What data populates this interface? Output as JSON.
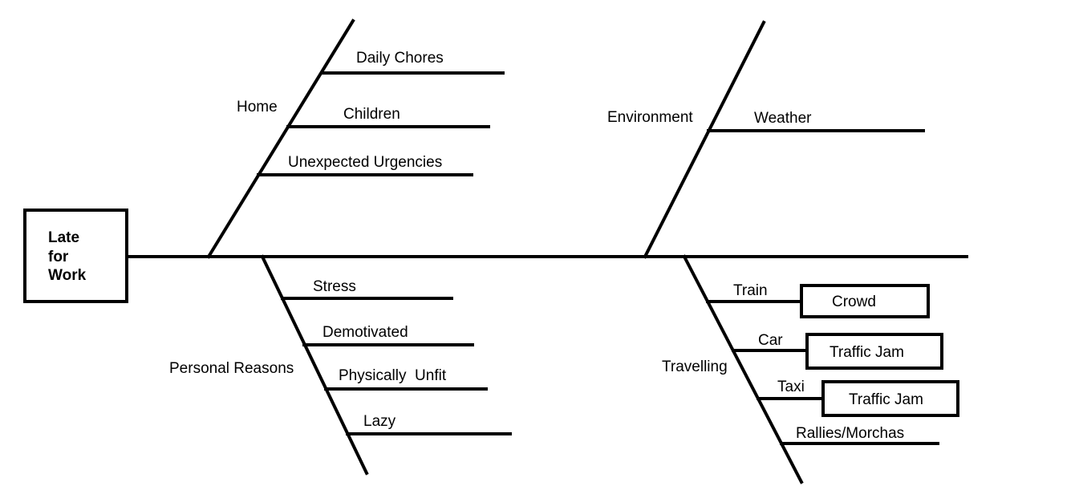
{
  "effect": [
    "Late",
    "for",
    "Work"
  ],
  "categories": {
    "home": {
      "label": "Home",
      "causes": [
        "Daily Chores",
        "Children",
        "Unexpected Urgencies"
      ]
    },
    "environment": {
      "label": "Environment",
      "causes": [
        "Weather"
      ]
    },
    "personal": {
      "label": "Personal Reasons",
      "causes": [
        "Stress",
        "Demotivated",
        "Physically  Unfit",
        "Lazy"
      ]
    },
    "travelling": {
      "label": "Travelling",
      "causes": [
        "Train",
        "Car",
        "Taxi",
        "Rallies/Morchas"
      ],
      "sub_causes": {
        "Train": "Crowd",
        "Car": "Traffic Jam",
        "Taxi": "Traffic Jam"
      }
    }
  }
}
